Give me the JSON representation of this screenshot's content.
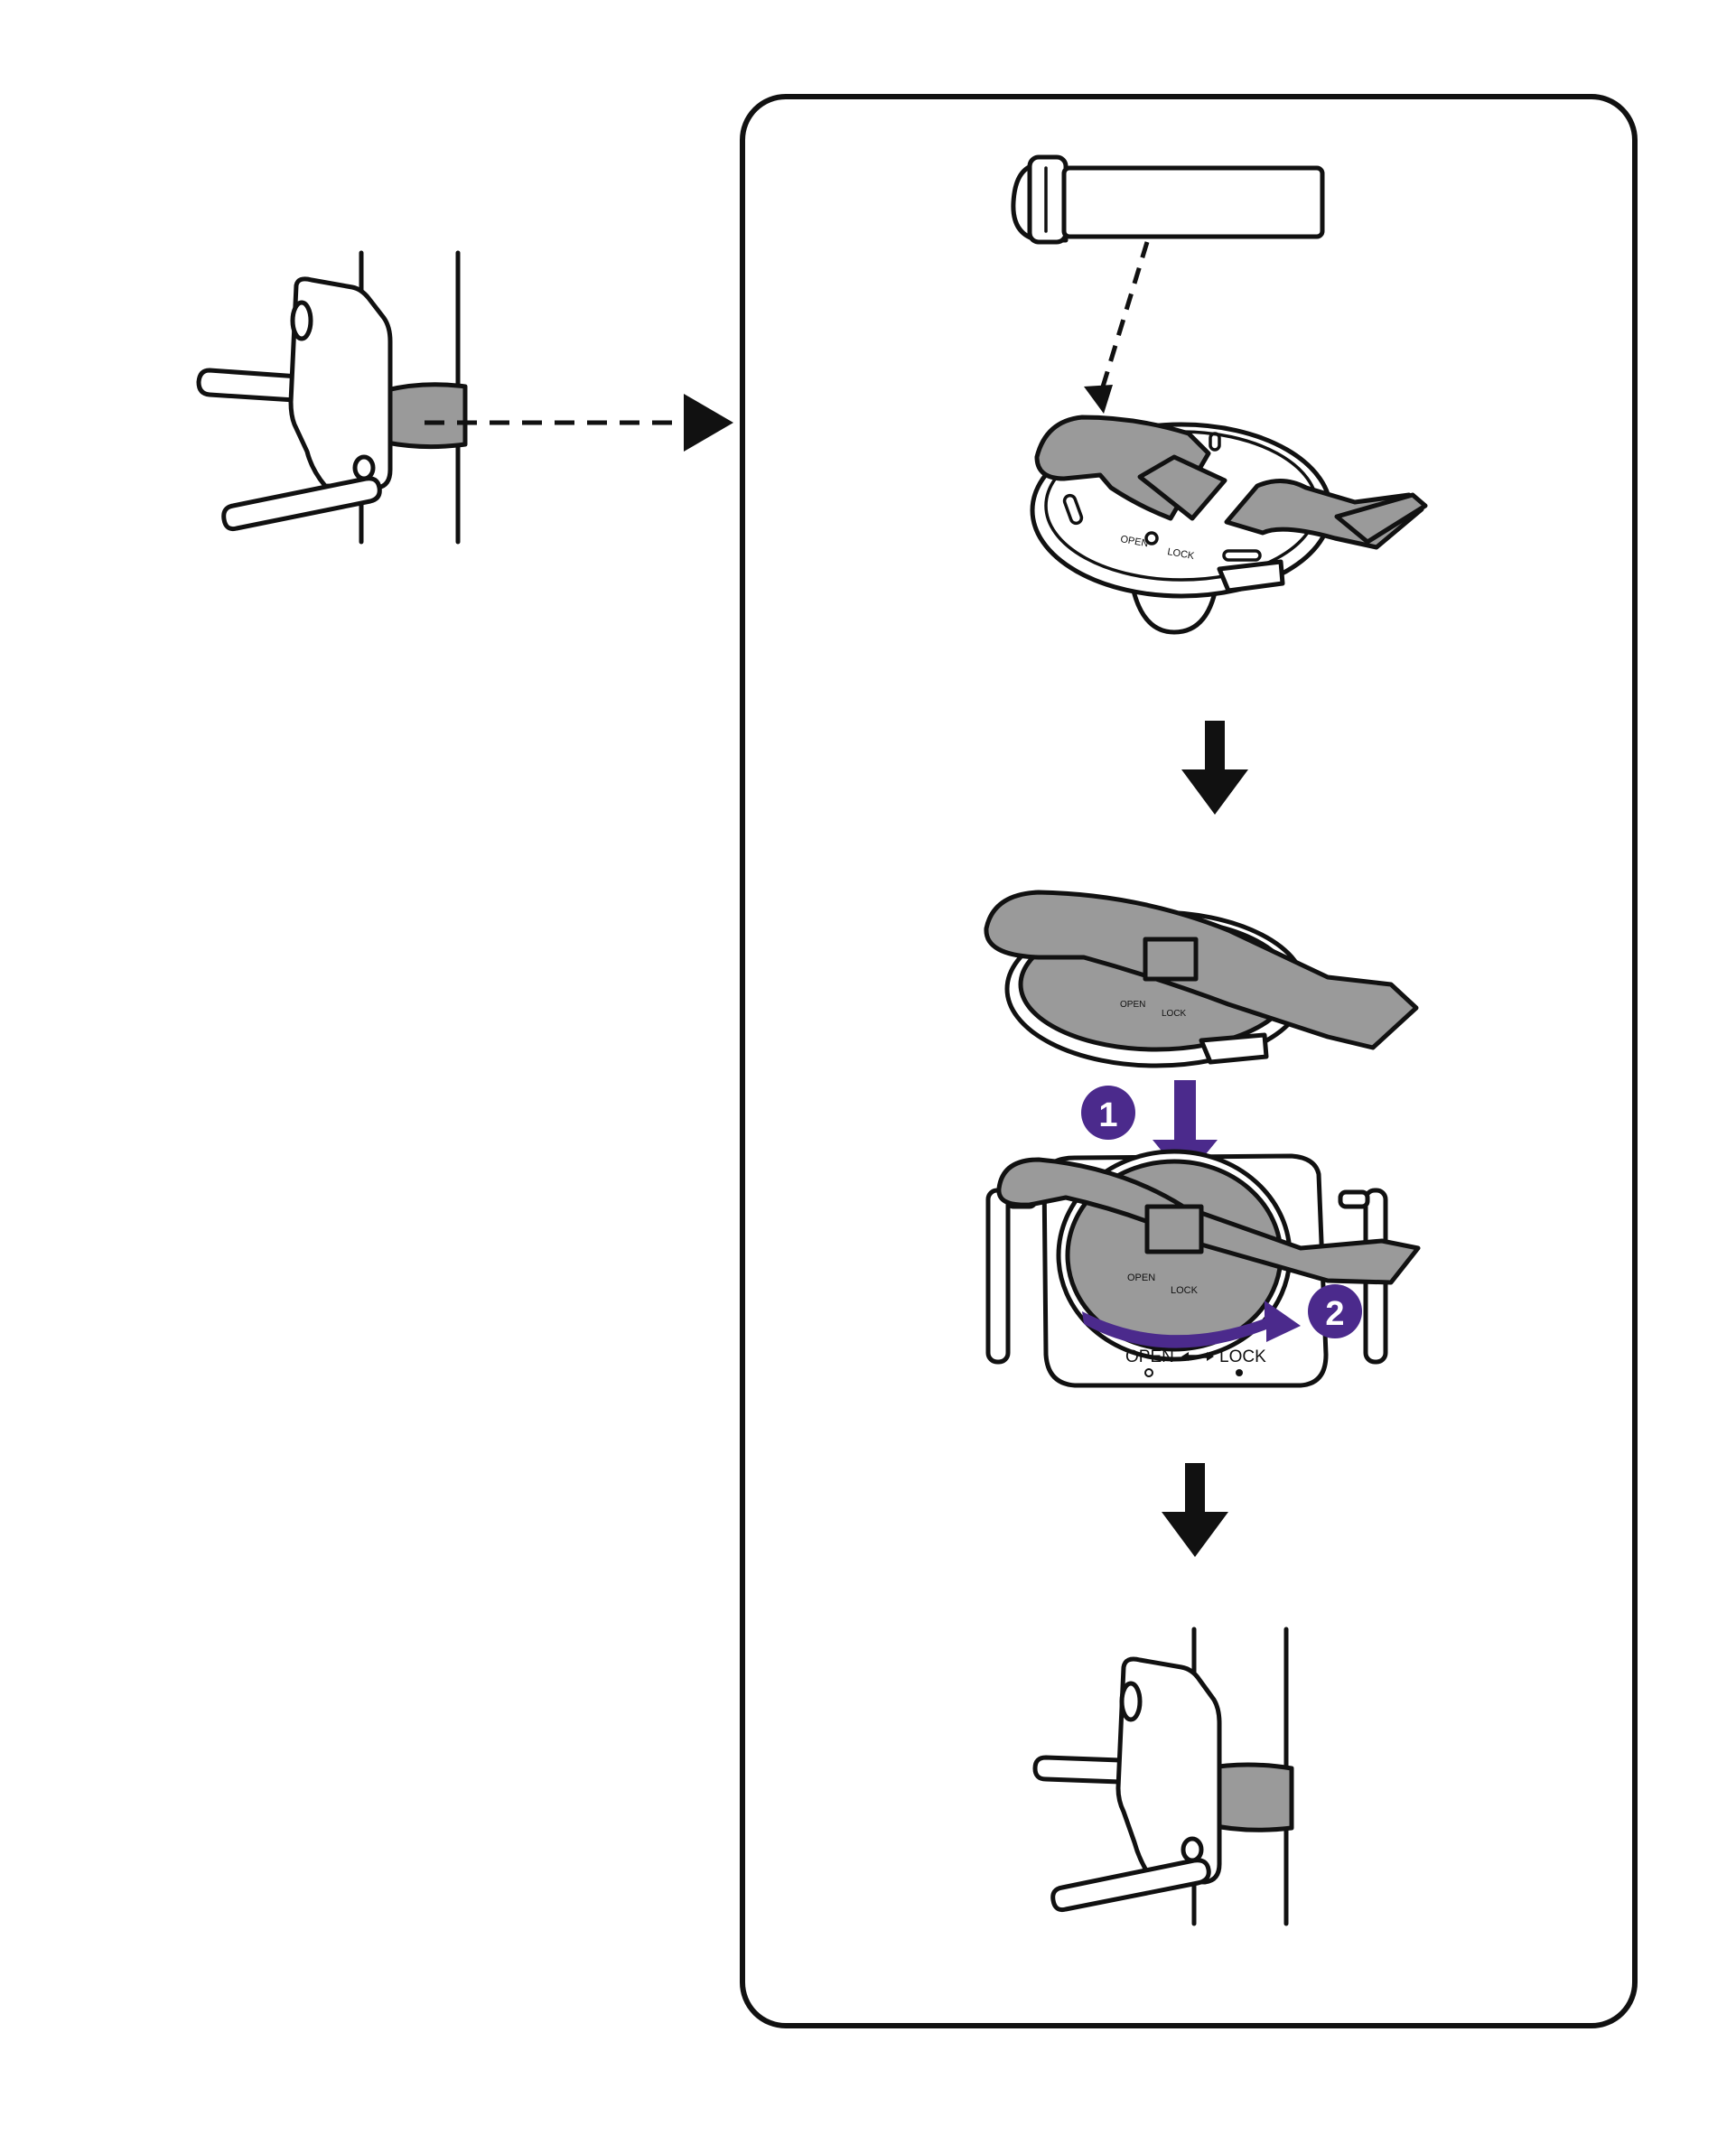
{
  "colors": {
    "ink": "#111111",
    "strap_gray": "#9a9a9a",
    "step_purple": "#4b2a8c",
    "background": "#ffffff"
  },
  "steps": [
    {
      "number": "1",
      "meaning": "press-down"
    },
    {
      "number": "2",
      "meaning": "rotate"
    }
  ],
  "mount_labels": {
    "open": "OPEN",
    "lock": "LOCK"
  },
  "icons": [
    "camera-on-pole",
    "strap",
    "mount-plate",
    "down-arrow",
    "purple-rotate-arrow"
  ]
}
